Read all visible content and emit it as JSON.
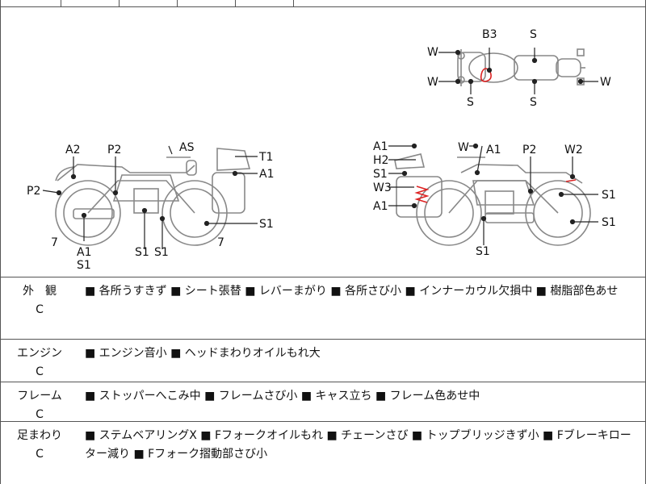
{
  "diagram": {
    "top_view": [
      "B3",
      "S",
      "W",
      "W",
      "S",
      "S",
      "W"
    ],
    "left_bike": [
      "A2",
      "P2",
      "AS",
      "T1",
      "P2",
      "A1",
      "S1",
      "7",
      "A1",
      "S1",
      "S1",
      "S1",
      "7"
    ],
    "right_bike": [
      "A1",
      "W",
      "A1",
      "P2",
      "W2",
      "H2",
      "S1",
      "W3",
      "A1",
      "S1",
      "S1",
      "S1"
    ]
  },
  "sections": [
    {
      "name": "外　観",
      "grade": "C",
      "text": "■ 各所うすきず ■ シート張替 ■ レバーまがり ■ 各所さび小 ■ インナーカウル欠損中 ■ 樹脂部色あせ"
    },
    {
      "name": "エンジン",
      "grade": "C",
      "text": "■ エンジン音小 ■ ヘッドまわりオイルもれ大"
    },
    {
      "name": "フレーム",
      "grade": "C",
      "text": "■ ストッパーへこみ中 ■ フレームさび小 ■ キャス立ち ■ フレーム色あせ中"
    },
    {
      "name": "足まわり",
      "grade": "C",
      "text": "■ ステムベアリングX ■ Fフォークオイルもれ ■ チェーンさび ■ トップブリッジきず小 ■ Fブレーキローター減り ■ Fフォーク摺動部さび小"
    }
  ]
}
